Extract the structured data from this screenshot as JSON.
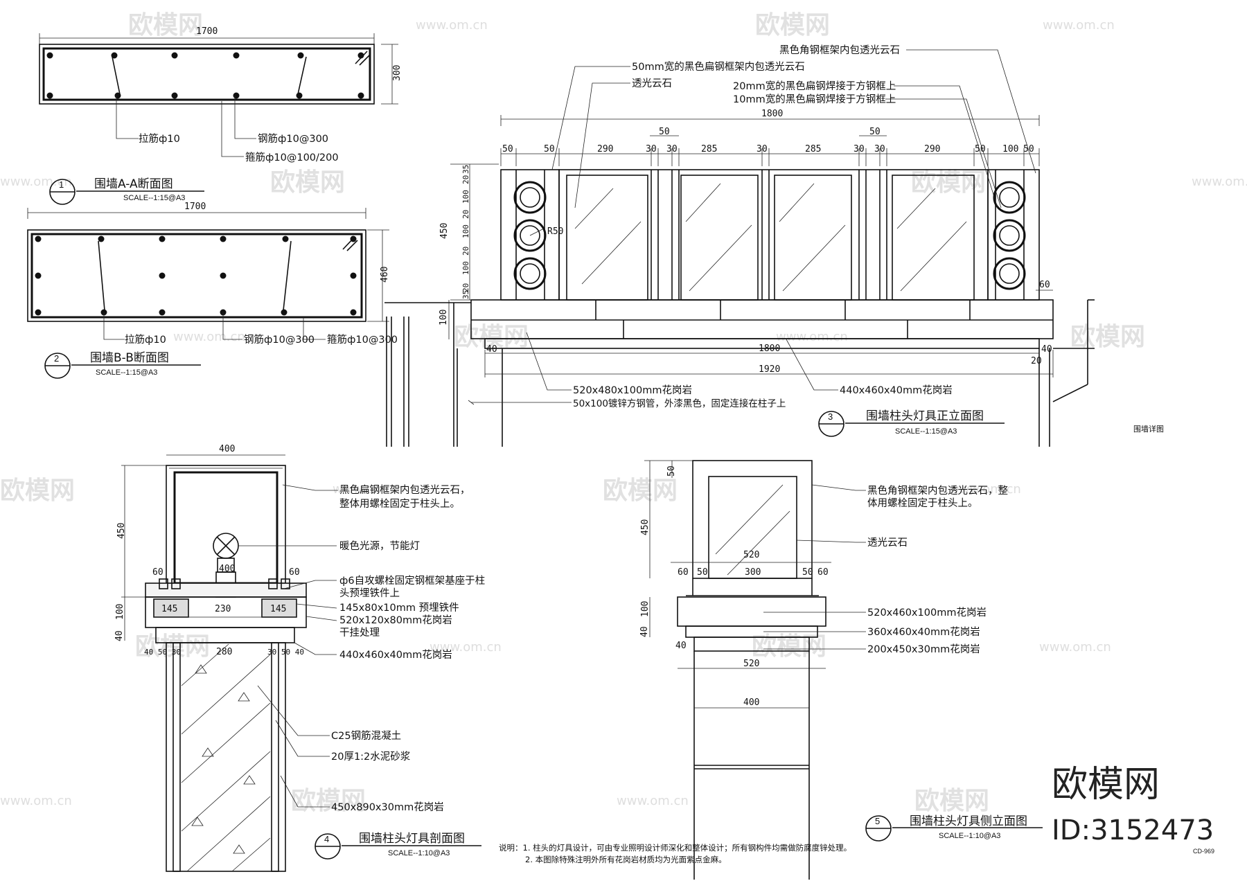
{
  "watermark": {
    "brand": "欧模网",
    "url": "www.om.cn"
  },
  "stamp": {
    "brand": "欧模网",
    "id": "ID:3152473",
    "code": "CD-969"
  },
  "section1": {
    "num": "1",
    "title": "围墙A-A断面图",
    "scale": "SCALE--1:15@A3",
    "dim_w": "1700",
    "dim_h": "300",
    "labels": [
      "拉筋ф10",
      "钢筋ф10@300",
      "箍筋ф10@100/200"
    ]
  },
  "section2": {
    "num": "2",
    "title": "围墙B-B断面图",
    "scale": "SCALE--1:15@A3",
    "dim_w": "1700",
    "dim_h": "460",
    "labels": [
      "拉筋ф10",
      "钢筋ф10@300",
      "箍筋ф10@300"
    ]
  },
  "section3": {
    "num": "3",
    "title": "围墙柱头灯具正立面图",
    "scale": "SCALE--1:15@A3",
    "side_note": "围墙详图",
    "labels": [
      "黑色角钢框架内包透光云石",
      "50mm宽的黑色扁钢框架内包透光云石",
      "透光云石",
      "20mm宽的黑色扁钢焊接于方钢框上",
      "10mm宽的黑色扁钢焊接于方钢框上",
      "520x480x100mm花岗岩",
      "50x100镀锌方钢管，外漆黑色，固定连接在柱子上",
      "440x460x40mm花岗岩"
    ],
    "top_dims": [
      "50",
      "50",
      "290",
      "30",
      "30",
      "285",
      "30",
      "285",
      "30",
      "30",
      "290",
      "50",
      "100",
      "50"
    ],
    "mid_dims": [
      "50",
      "50"
    ],
    "total": "1800",
    "left_dims": [
      "35",
      "20",
      "100",
      "20",
      "100",
      "20",
      "100",
      "20",
      "35"
    ],
    "h450": "450",
    "h100": "100",
    "h40": "40",
    "r50": "R50",
    "d60": "60",
    "d40r": "40",
    "d20": "20",
    "bottom_1800": "1800",
    "bottom_1920": "1920"
  },
  "section4": {
    "num": "4",
    "title": "围墙柱头灯具剖面图",
    "scale": "SCALE--1:10@A3",
    "labels": [
      "黑色扁钢框架内包透光云石，",
      "整体用螺栓固定于柱头上。",
      "暖色光源，节能灯",
      "ф6自攻螺栓固定钢框架基座于柱",
      "头预埋铁件上",
      "145x80x10mm 预埋铁件",
      "520x120x80mm花岗岩",
      "干挂处理",
      "440x460x40mm花岗岩",
      "C25钢筋混凝土",
      "20厚1:2水泥砂浆",
      "450x890x30mm花岗岩"
    ],
    "dims": {
      "w400": "400",
      "h450": "450",
      "h100": "100",
      "h40": "40",
      "d60a": "60",
      "d60b": "60",
      "d400": "400",
      "d145a": "145",
      "d145b": "145",
      "d230": "230",
      "d280": "280",
      "dl": "40 50 30",
      "dr": "30 50 40"
    }
  },
  "section5": {
    "num": "5",
    "title": "围墙柱头灯具侧立面图",
    "scale": "SCALE--1:10@A3",
    "labels": [
      "黑色角钢框架内包透光云石，整",
      "体用螺栓固定于柱头上。",
      "透光云石",
      "520x460x100mm花岗岩",
      "360x460x40mm花岗岩",
      "200x450x30mm花岗岩"
    ],
    "dims": {
      "d50": "50",
      "h450": "450",
      "d520a": "520",
      "row": [
        "60",
        "50",
        "300",
        "50",
        "60"
      ],
      "h100": "100",
      "h40": "40",
      "d40": "40",
      "d520b": "520",
      "d400": "400"
    }
  },
  "notes": {
    "line1": "说明：1. 柱头的灯具设计，可由专业照明设计师深化和整体设计；所有钢构件均需做防腐度锌处理。",
    "line2": "2. 本图除特殊注明外所有花岗岩材质均为光面紫点金麻。"
  }
}
